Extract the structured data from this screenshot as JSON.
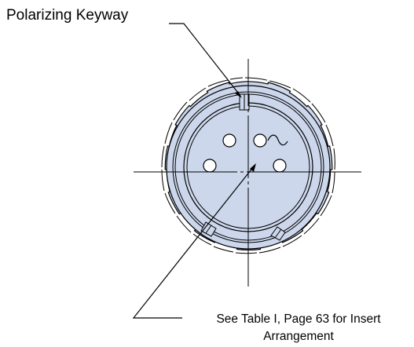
{
  "callouts": {
    "keyway_label": "Polarizing Keyway",
    "insert_label_line1": "See Table I, Page 63 for Insert",
    "insert_label_line2": "Arrangement"
  },
  "colors": {
    "fill": "#ccd7ec",
    "stroke": "#000000",
    "background": "#ffffff"
  }
}
